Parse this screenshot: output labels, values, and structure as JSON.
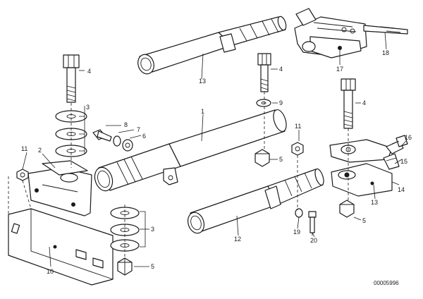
{
  "labels": {
    "p1": "1",
    "p2": "2",
    "p3a": "3",
    "p3b": "3",
    "p4a": "4",
    "p4b": "4",
    "p4c": "4",
    "p5a": "5",
    "p5b": "5",
    "p5c": "5",
    "p6": "6",
    "p7": "7",
    "p8": "8",
    "p9": "9",
    "p10": "10",
    "p11a": "11",
    "p11b": "11",
    "p12": "12",
    "p13a": "13",
    "p13b": "13",
    "p14": "14",
    "p15": "15",
    "p16": "16",
    "p17": "17",
    "p18": "18",
    "p19": "19",
    "p20": "20"
  },
  "reference_number": "00005996"
}
